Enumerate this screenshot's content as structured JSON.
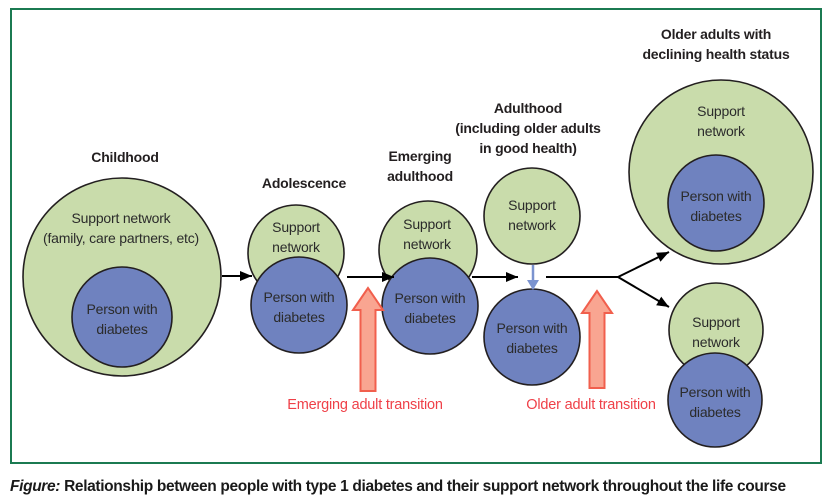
{
  "caption": {
    "prefix": "Figure:",
    "text": "Relationship between people with type 1 diabetes and their support network throughout the life course"
  },
  "colors": {
    "frame_border": "#1b7a51",
    "support_fill": "#c9dcab",
    "person_fill": "#6f82bf",
    "circle_outline": "#231f20",
    "flow_arrow": "#000000",
    "handoff_arrow": "#7b93cf",
    "transition_fill": "#f9a591",
    "transition_stroke": "#f15f4d",
    "transition_text": "#ef4048"
  },
  "stages": [
    {
      "id": "childhood",
      "title_lines": [
        "Childhood"
      ],
      "support_lines": [
        "Support network",
        "(family, care partners, etc)"
      ],
      "person_lines": [
        "Person with",
        "diabetes"
      ]
    },
    {
      "id": "adolescence",
      "title_lines": [
        "Adolescence"
      ],
      "support_lines": [
        "Support",
        "network"
      ],
      "person_lines": [
        "Person with",
        "diabetes"
      ]
    },
    {
      "id": "emerging-adulthood",
      "title_lines": [
        "Emerging",
        "adulthood"
      ],
      "support_lines": [
        "Support",
        "network"
      ],
      "person_lines": [
        "Person with",
        "diabetes"
      ]
    },
    {
      "id": "adulthood",
      "title_lines": [
        "Adulthood",
        "(including older adults",
        "in good health)"
      ],
      "support_lines": [
        "Support",
        "network"
      ],
      "person_lines": [
        "Person with",
        "diabetes"
      ]
    },
    {
      "id": "older-adults-declining-health",
      "title_lines": [
        "Older adults with",
        "declining health status"
      ],
      "outcomes": [
        {
          "support_lines": [
            "Support",
            "network"
          ],
          "person_lines": [
            "Person with",
            "diabetes"
          ]
        },
        {
          "support_lines": [
            "Support",
            "network"
          ],
          "person_lines": [
            "Person with",
            "diabetes"
          ]
        }
      ]
    }
  ],
  "transitions": [
    {
      "label": "Emerging adult transition"
    },
    {
      "label": "Older adult transition"
    }
  ]
}
